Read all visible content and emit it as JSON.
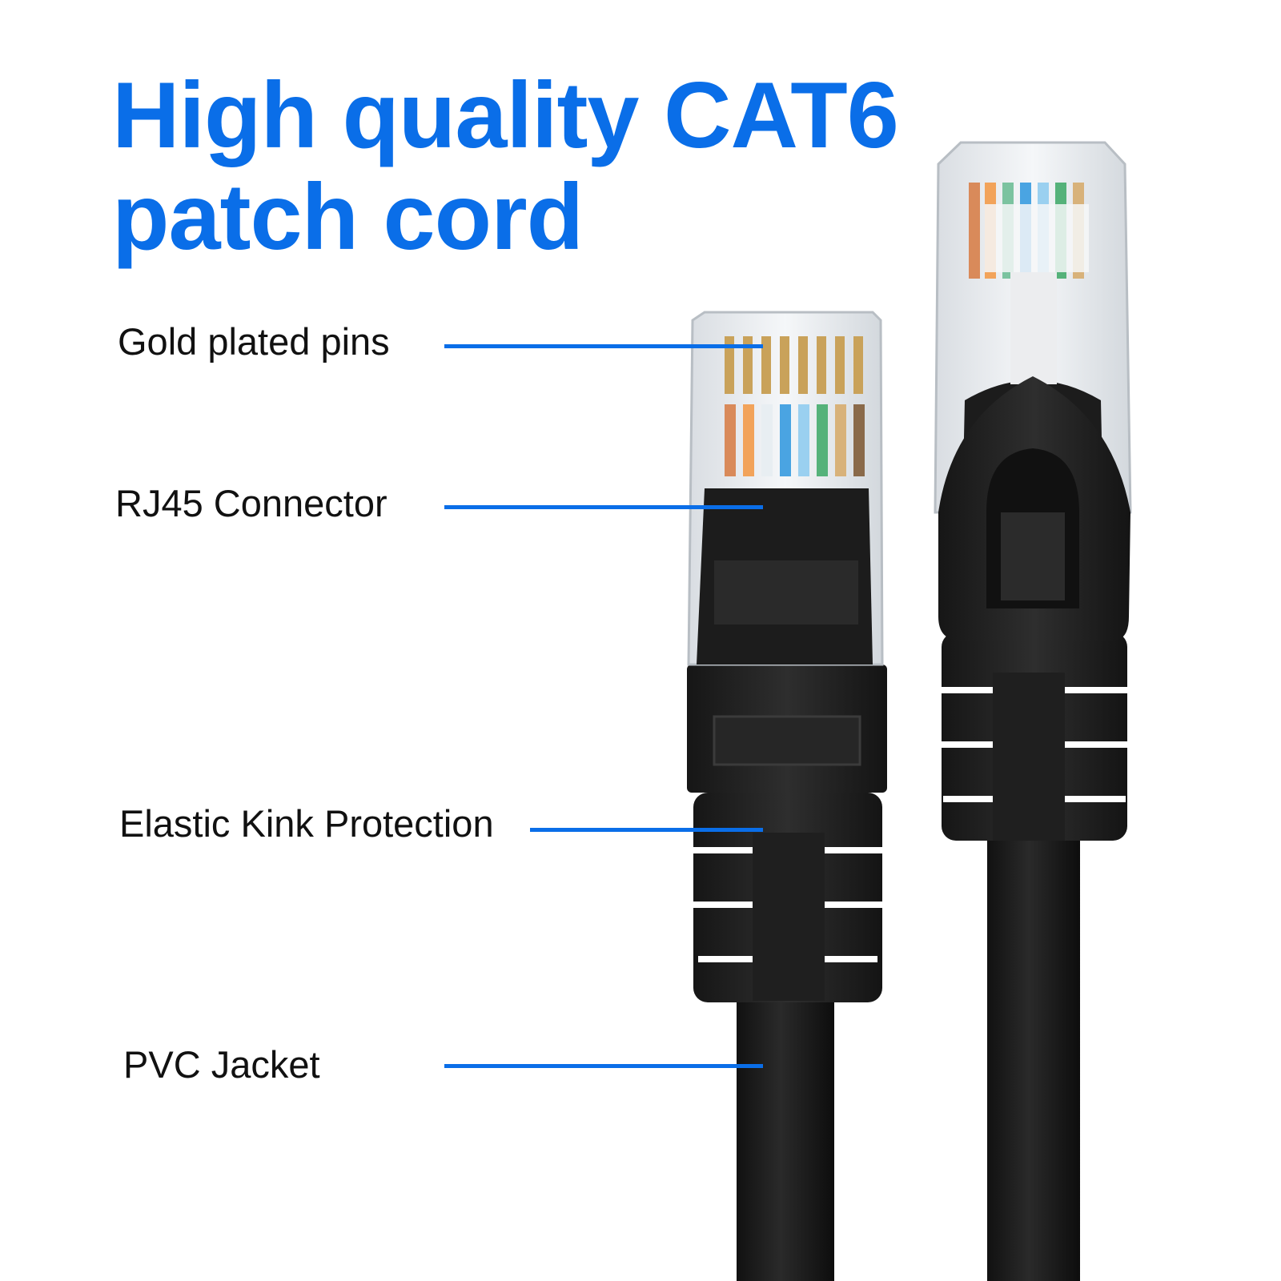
{
  "heading": {
    "line1": "High quality CAT6",
    "line2": "patch cord"
  },
  "callouts": [
    {
      "label": "Gold plated pins"
    },
    {
      "label": "RJ45 Connector"
    },
    {
      "label": "Elastic Kink Protection"
    },
    {
      "label": "PVC Jacket"
    }
  ],
  "colors": {
    "accent": "#0a6ee8",
    "text": "#111111",
    "cable": "#1b1b1b",
    "boot": "#222222",
    "clear_plastic": "#eceff2",
    "gold": "#c9a25a",
    "background": "#ffffff"
  }
}
